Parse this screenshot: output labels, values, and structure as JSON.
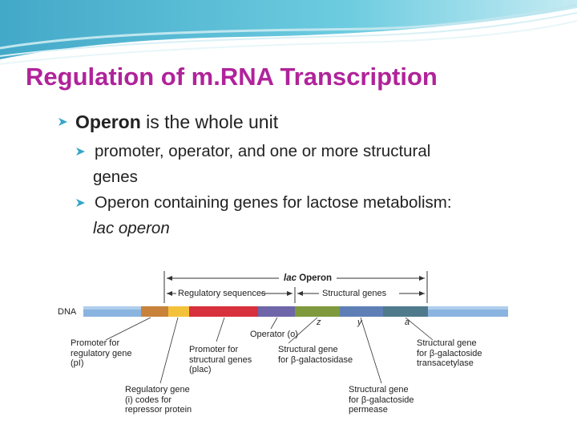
{
  "title": "Regulation of m.RNA Transcription",
  "bullet1": {
    "term": "Operon",
    "rest": " is the whole unit"
  },
  "sub1": {
    "line1": "promoter, operator, and one or more structural",
    "line2": "genes"
  },
  "sub2": {
    "line1": "Operon containing genes for lactose metabolism:",
    "line2": "lac operon"
  },
  "diagram": {
    "lac_operon_italic": "lac",
    "lac_operon_rest": " Operon",
    "regulatory_sequences": "Regulatory sequences",
    "structural_genes": "Structural genes",
    "dna": "DNA",
    "operator": "Operator (o)",
    "gene_z": "z",
    "gene_y": "y",
    "gene_a": "a",
    "promoter_reg_1": "Promoter for",
    "promoter_reg_2": "regulatory gene",
    "promoter_reg_3": "(pI)",
    "promoter_struct_1": "Promoter for",
    "promoter_struct_2": "structural genes",
    "promoter_struct_3": "(plac)",
    "sg_z_1": "Structural gene",
    "sg_z_2": "for β-galactosidase",
    "sg_a_1": "Structural gene",
    "sg_a_2": "for β-galactoside",
    "sg_a_3": "transacetylase",
    "reg_gene_1": "Regulatory gene",
    "reg_gene_2": "(i) codes for",
    "reg_gene_3": "repressor protein",
    "sg_y_1": "Structural gene",
    "sg_y_2": "for β-galactoside",
    "sg_y_3": "permease"
  },
  "colors": {
    "title": "#b0239a",
    "dna": "#8ab4e0",
    "pI": "#c8823c",
    "i_gene": "#f4c23a",
    "plac": "#d8303c",
    "operator": "#6e66a8",
    "z": "#7e9a3c",
    "y": "#5e7fb6",
    "a": "#4f7a8c"
  }
}
